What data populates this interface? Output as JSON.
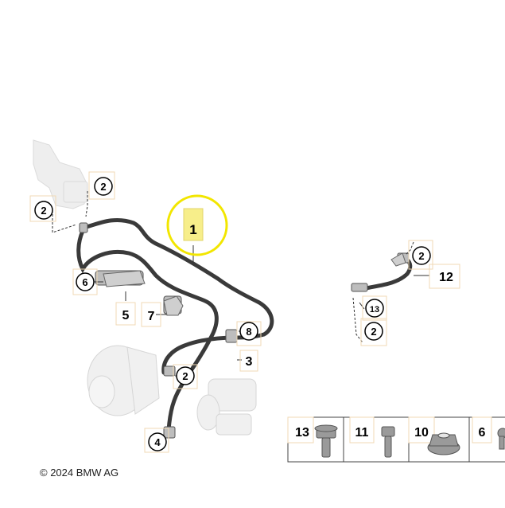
{
  "callouts": [
    {
      "id": "1",
      "label": "1"
    },
    {
      "id": "2a",
      "label": "2"
    },
    {
      "id": "2b",
      "label": "2"
    },
    {
      "id": "2c",
      "label": "2"
    },
    {
      "id": "2d",
      "label": "2"
    },
    {
      "id": "2e",
      "label": "2"
    },
    {
      "id": "3",
      "label": "3"
    },
    {
      "id": "4",
      "label": "4"
    },
    {
      "id": "5",
      "label": "5"
    },
    {
      "id": "6",
      "label": "6"
    },
    {
      "id": "7",
      "label": "7"
    },
    {
      "id": "8",
      "label": "8"
    },
    {
      "id": "12",
      "label": "12"
    },
    {
      "id": "13a",
      "label": "13"
    }
  ],
  "parts_strip": [
    {
      "label": "13",
      "icon": "flange-bolt-icon"
    },
    {
      "label": "11",
      "icon": "bolt-icon"
    },
    {
      "label": "10",
      "icon": "flange-nut-icon"
    },
    {
      "label": "6",
      "icon": "clip-icon"
    }
  ],
  "copyright": "© 2024 BMW AG",
  "colors": {
    "highlight_ring": "#f2e600",
    "label_fill": "#f7ee8a",
    "hose": "#3a3a3a"
  }
}
